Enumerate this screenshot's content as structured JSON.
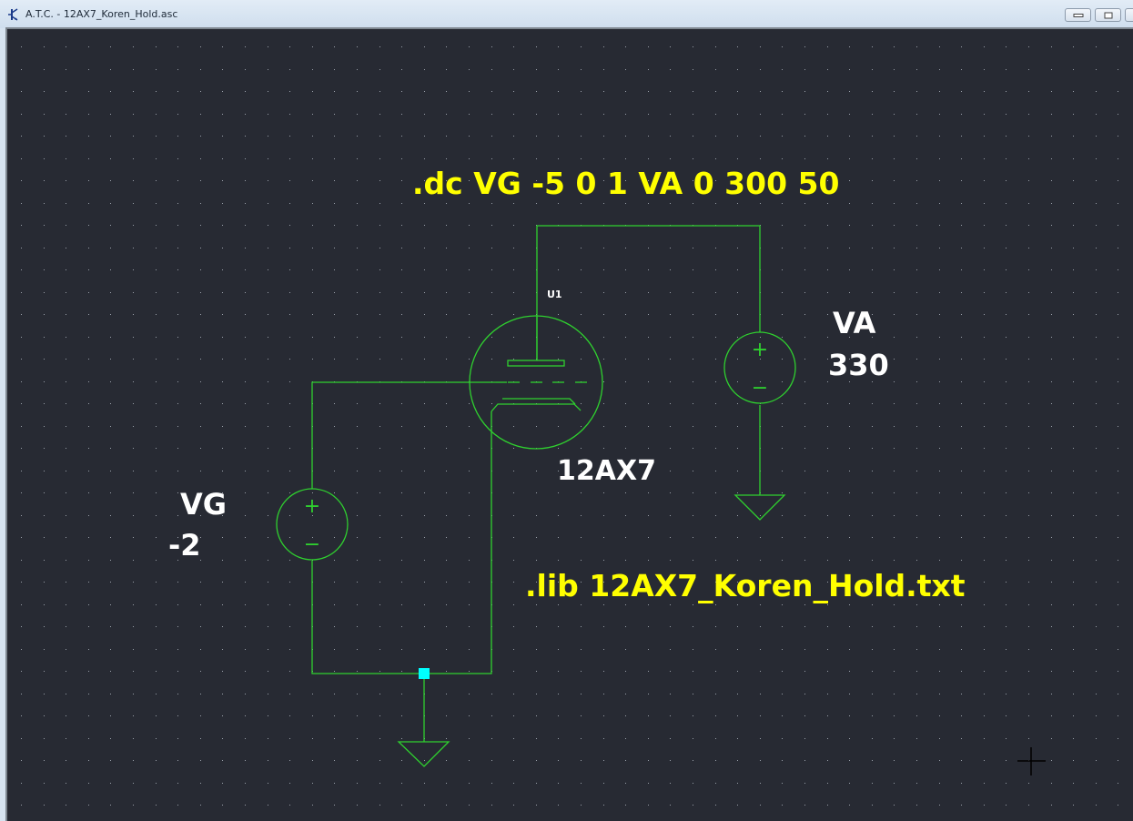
{
  "window": {
    "title": "A.T.C. - 12AX7_Koren_Hold.asc",
    "app_icon": "transistor-icon",
    "controls": [
      "minimize",
      "restore",
      "close"
    ]
  },
  "schematic": {
    "colors": {
      "background": "#272a33",
      "wire": "#2fd02f",
      "junction": "#00ffff",
      "directive": "#ffff00",
      "label": "#ffffff",
      "grid_dot": "#9aa0aa"
    },
    "directives": {
      "dc_sweep": ".dc VG -5 0 1 VA 0 300 50",
      "lib": ".lib 12AX7_Koren_Hold.txt"
    },
    "components": {
      "tube": {
        "ref": "U1",
        "model": "12AX7"
      },
      "va": {
        "name": "VA",
        "value": "330",
        "plus": "+",
        "minus": "−"
      },
      "vg": {
        "name": "VG",
        "value": "-2",
        "plus": "+",
        "minus": "−"
      }
    }
  }
}
